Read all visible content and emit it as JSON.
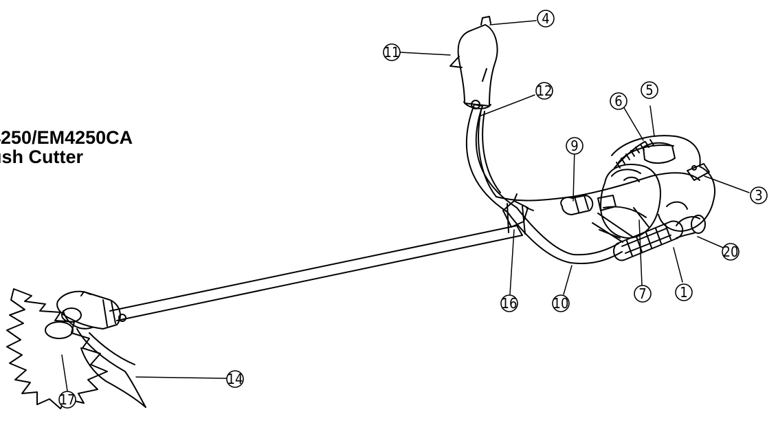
{
  "title": {
    "line1": "4250/EM4250CA",
    "line2": "ush Cutter"
  },
  "callouts": [
    {
      "id": "c1",
      "text": "1"
    },
    {
      "id": "c3",
      "text": "3"
    },
    {
      "id": "c4",
      "text": "4"
    },
    {
      "id": "c5",
      "text": "5"
    },
    {
      "id": "c6",
      "text": "6"
    },
    {
      "id": "c7",
      "text": "7"
    },
    {
      "id": "c9",
      "text": "9"
    },
    {
      "id": "c10",
      "text": "10"
    },
    {
      "id": "c11",
      "text": "11"
    },
    {
      "id": "c12",
      "text": "12"
    },
    {
      "id": "c14",
      "text": "14"
    },
    {
      "id": "c16",
      "text": "16"
    },
    {
      "id": "c17",
      "text": "17"
    },
    {
      "id": "c20",
      "text": "20"
    }
  ]
}
